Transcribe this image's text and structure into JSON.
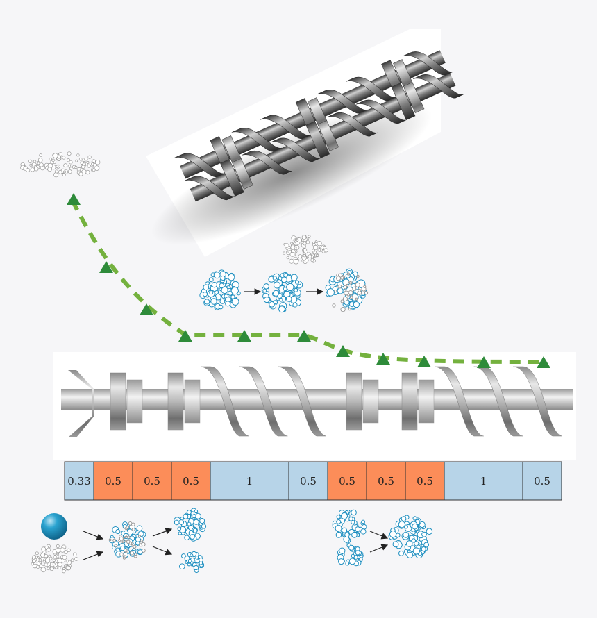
{
  "colors": {
    "kneading": "#fc8d59",
    "conveying": "#b7d4e8",
    "trajectory": "#74b13e",
    "marker": "#2e8b3a",
    "particle": "#1f8fc0",
    "fine_powder": "#999999",
    "background": "#f6f6f8"
  },
  "icons": {
    "twin_screw": "twin-screw-render",
    "single_screw": "screw-shaft-render",
    "liquid_drop": "binder-droplet",
    "powder": "fine-powder-cloud",
    "granule": "granule-cluster",
    "arrow": "process-arrow"
  },
  "screw_config": [
    {
      "label": "0.33",
      "type": "conveying"
    },
    {
      "label": "0.5",
      "type": "kneading"
    },
    {
      "label": "0.5",
      "type": "kneading"
    },
    {
      "label": "0.5",
      "type": "kneading"
    },
    {
      "label": "1",
      "type": "conveying"
    },
    {
      "label": "0.5",
      "type": "conveying"
    },
    {
      "label": "0.5",
      "type": "kneading"
    },
    {
      "label": "0.5",
      "type": "kneading"
    },
    {
      "label": "0.5",
      "type": "kneading"
    },
    {
      "label": "1",
      "type": "conveying"
    },
    {
      "label": "0.5",
      "type": "conveying"
    }
  ]
}
